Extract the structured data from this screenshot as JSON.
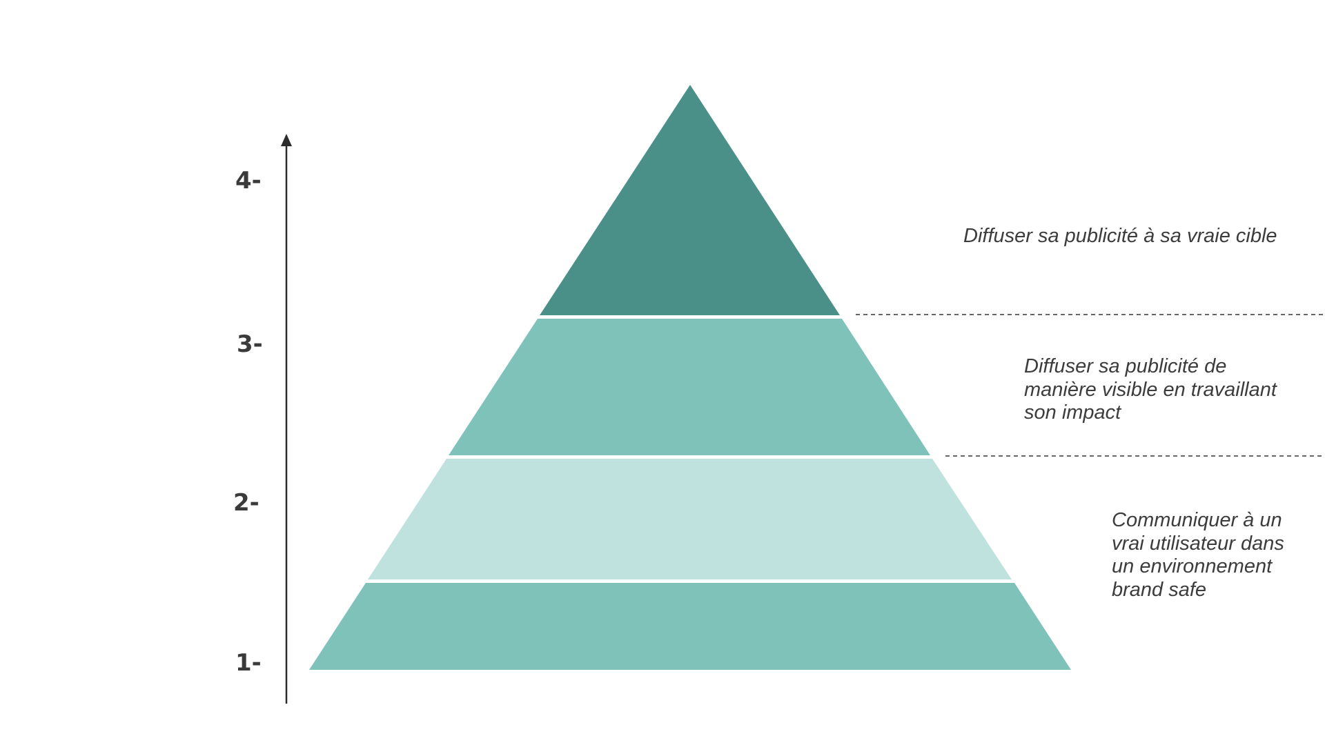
{
  "colors": {
    "tier_top": "#4a9089",
    "tier_upper_middle": "#7fc2b9",
    "tier_lower_middle": "#c0e2de",
    "tier_base": "#7fc2b9",
    "arrow": "#2b2b2b",
    "separator": "#333333"
  },
  "levels": [
    "1-",
    "2-",
    "3-",
    "4-"
  ],
  "descriptions": {
    "top": [
      "Diffuser sa publicité à sa vraie cible"
    ],
    "middle": [
      "Diffuser sa publicité de",
      "manière visible en travaillant",
      "son impact"
    ],
    "bottom": [
      "Communiquer à un",
      "vrai utilisateur dans",
      "un environnement",
      "brand safe"
    ]
  }
}
